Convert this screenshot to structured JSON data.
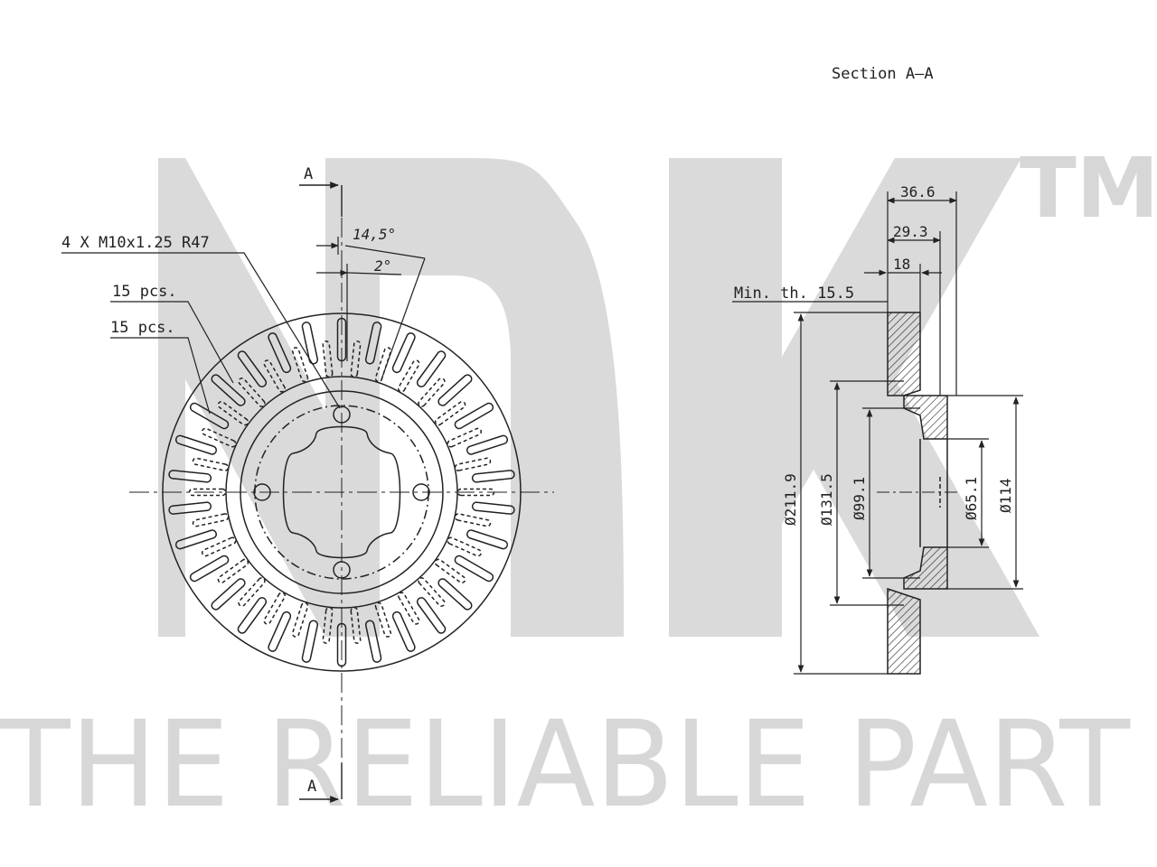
{
  "watermark": {
    "brand_letters": "NK",
    "trademark": "TM",
    "slogan": "THE RELIABLE PART",
    "color": "#d7d7d7"
  },
  "section_title": "Section A–A",
  "front_view": {
    "section_marker_top": "A",
    "section_marker_bottom": "A",
    "bolt_spec": "4 X M10x1.25 R47",
    "angle_1": "14,5°",
    "angle_2": "2°",
    "count_outer": "15 pcs.",
    "count_inner": "15 pcs."
  },
  "section_view": {
    "min_thickness": "Min. th. 15.5",
    "dim_total_width": "36.6",
    "dim_hat_depth": "29.3",
    "dim_disc_thickness": "18",
    "dia_outer": "Ø211.9",
    "dia_friction_inner": "Ø131.5",
    "dia_hub": "Ø99.1",
    "dia_center_bore": "Ø65.1",
    "dia_hat": "Ø114"
  },
  "line_color": "#222222"
}
